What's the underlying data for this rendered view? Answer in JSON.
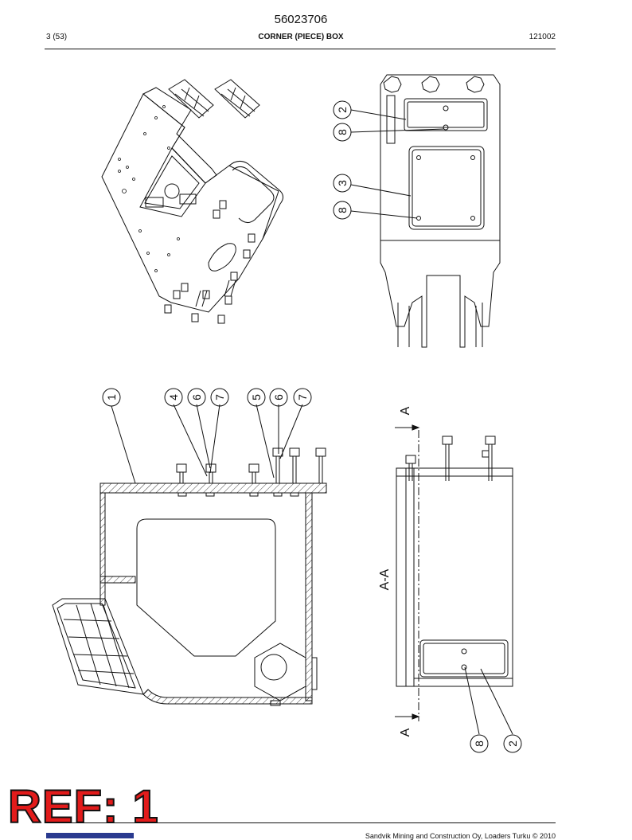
{
  "header": {
    "doc_number": "56023706",
    "page": "3 (53)",
    "title": "CORNER (PIECE) BOX",
    "code": "121002"
  },
  "callouts": {
    "top_right": [
      "2",
      "8",
      "3",
      "8"
    ],
    "bottom_left": [
      "1",
      "4",
      "6",
      "7",
      "5",
      "6",
      "7"
    ],
    "bottom_right": [
      "8",
      "2"
    ]
  },
  "section": {
    "marker_top": "A",
    "marker_bottom": "A",
    "label": "A-A"
  },
  "stamp": {
    "text": "REF: 1"
  },
  "footer": {
    "copyright": "Sandvik Mining and Construction Oy, Loaders Turku © 2010"
  },
  "colors": {
    "stamp": "#e21b1b",
    "line": "#111111"
  }
}
